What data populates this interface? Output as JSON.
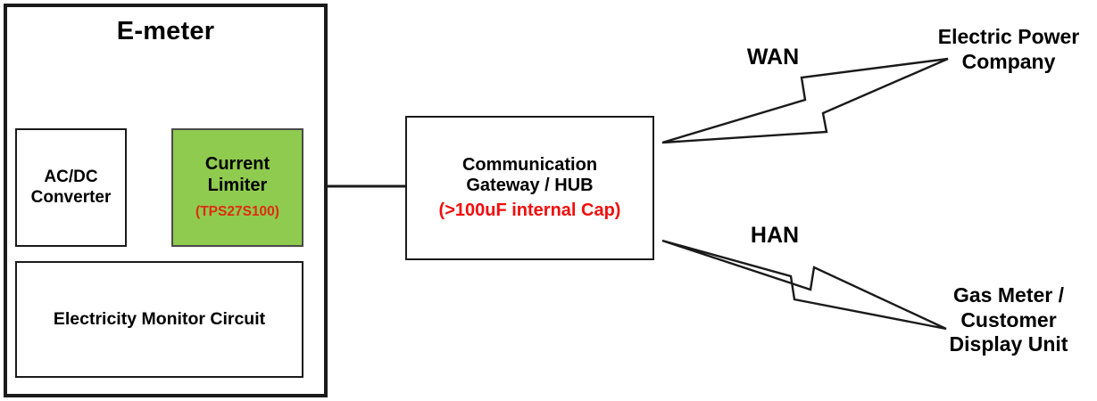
{
  "diagram": {
    "title": "E-meter",
    "enclosure": {
      "name": "E-meter",
      "label": "E-meter"
    },
    "blocks": {
      "acdc": {
        "line1": "AC/DC",
        "line2": "Converter"
      },
      "current_limiter": {
        "line1": "Current",
        "line2": "Limiter",
        "part_number": "(TPS27S100)",
        "fill_color": "#8FCB4F",
        "part_number_color": "#E02A12"
      },
      "monitor": {
        "label": "Electricity Monitor Circuit"
      },
      "gateway": {
        "line1": "Communication",
        "line2": "Gateway / HUB",
        "note": "(>100uF internal Cap)",
        "note_color": "#F20D0D"
      }
    },
    "links": {
      "wan": {
        "label": "WAN",
        "icon": "lightning-bolt-icon",
        "endpoint_line1": "Electric Power",
        "endpoint_line2": "Company"
      },
      "han": {
        "label": "HAN",
        "icon": "lightning-bolt-icon",
        "endpoint_line1": "Gas Meter /",
        "endpoint_line2": "Customer",
        "endpoint_line3": "Display Unit"
      }
    },
    "colors": {
      "stroke": "#1a1a1a",
      "background": "#ffffff",
      "accent_green": "#8FCB4F",
      "accent_red": "#E02A12"
    }
  }
}
